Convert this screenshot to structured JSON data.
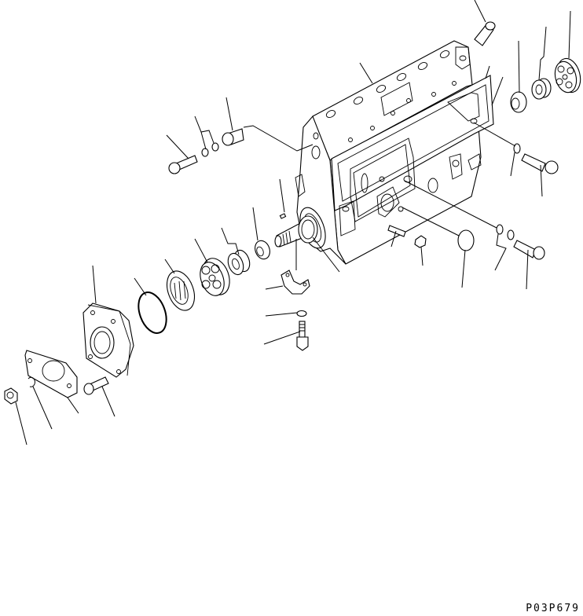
{
  "diagram": {
    "type": "exploded-parts-diagram",
    "subject": "fuel injection pump housing and drive components",
    "drawing_code": "P03P679",
    "background_color": "#ffffff",
    "line_color": "#000000",
    "parts": [
      {
        "id": "pump-housing",
        "label": "Injection pump housing"
      },
      {
        "id": "delivery-valve-holder",
        "label": "Delivery valve holder / fitting (top)"
      },
      {
        "id": "side-cover",
        "label": "Side inspection cover with gasket"
      },
      {
        "id": "bearing-right",
        "label": "Ball bearing (right end)"
      },
      {
        "id": "seal-ring-right",
        "label": "Seal / washer set (right end)"
      },
      {
        "id": "bushing-right",
        "label": "Bushing (right end)"
      },
      {
        "id": "cover-bolt-upper",
        "label": "Cover bolt (upper right)"
      },
      {
        "id": "cover-washer-upper",
        "label": "Washer (upper right)"
      },
      {
        "id": "cover-bolt-lower",
        "label": "Cover bolt (lower right)"
      },
      {
        "id": "cover-washers-lower",
        "label": "Washer pair (lower right)"
      },
      {
        "id": "plug-cap",
        "label": "Plug / cap"
      },
      {
        "id": "stud",
        "label": "Stud bolt"
      },
      {
        "id": "nut-small",
        "label": "Nut"
      },
      {
        "id": "camshaft",
        "label": "Camshaft"
      },
      {
        "id": "key",
        "label": "Woodruff key"
      },
      {
        "id": "center-bearing",
        "label": "Center bearing (half shell)"
      },
      {
        "id": "lock-washer-center",
        "label": "Lock washer"
      },
      {
        "id": "center-bolt",
        "label": "Bolt (center bearing)"
      },
      {
        "id": "banjo-bolt",
        "label": "Overflow / banjo bolt"
      },
      {
        "id": "gasket-pair",
        "label": "Gasket washer pair"
      },
      {
        "id": "hex-bolt-left",
        "label": "Hex bolt"
      },
      {
        "id": "spacer",
        "label": "Spacer"
      },
      {
        "id": "shim-set",
        "label": "Shim / washer set"
      },
      {
        "id": "bearing-left",
        "label": "Ball bearing (left end)"
      },
      {
        "id": "oil-seal",
        "label": "Oil seal"
      },
      {
        "id": "o-ring",
        "label": "O-ring"
      },
      {
        "id": "bearing-cover",
        "label": "Bearing cover (4-hole flange)"
      },
      {
        "id": "flange-plate",
        "label": "Flange plate (2-hole)"
      },
      {
        "id": "flange-bolt",
        "label": "Flange bolt"
      },
      {
        "id": "spring-washer",
        "label": "Spring washer"
      },
      {
        "id": "hex-nut",
        "label": "Hex nut"
      }
    ]
  }
}
